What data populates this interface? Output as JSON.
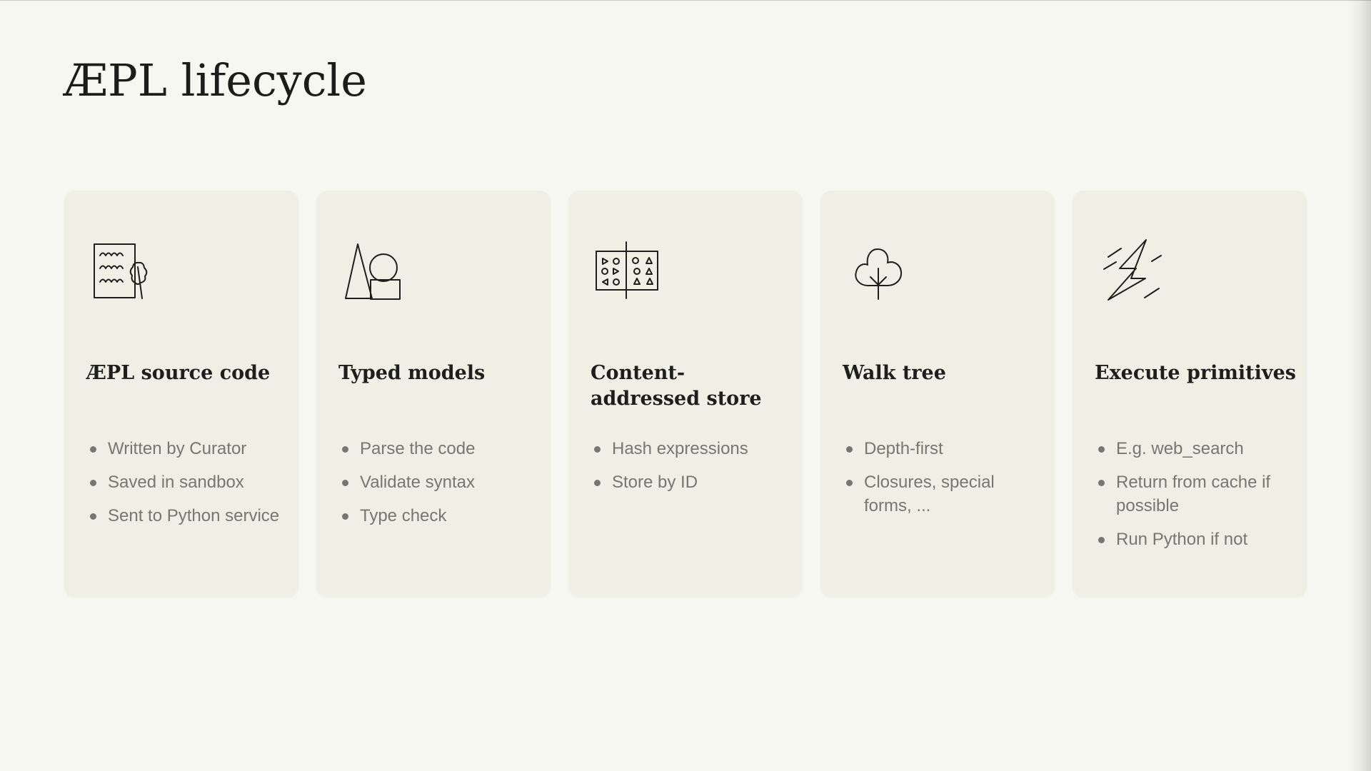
{
  "slide": {
    "title": "ÆPL lifecycle",
    "background": "#f7f7f2",
    "card_background": "#efefe6",
    "text_color": "#1e1e1c",
    "bullet_color": "#77776f"
  },
  "cards": [
    {
      "icon": "document-tree-icon",
      "title": "ÆPL source code",
      "bullets": [
        "Written by Curator",
        "Saved in sandbox",
        "Sent to Python service"
      ]
    },
    {
      "icon": "shapes-icon",
      "title": "Typed models",
      "bullets": [
        "Parse the code",
        "Validate syntax",
        "Type check"
      ]
    },
    {
      "icon": "grid-shapes-icon",
      "title": "Content-addressed store",
      "bullets": [
        "Hash expressions",
        "Store by ID"
      ]
    },
    {
      "icon": "tree-icon",
      "title": "Walk tree",
      "bullets": [
        "Depth-first",
        "Closures, special forms, ..."
      ]
    },
    {
      "icon": "lightning-icon",
      "title": "Execute primitives",
      "bullets": [
        "E.g. web_search",
        "Return from cache if possible",
        "Run Python if not"
      ]
    }
  ]
}
